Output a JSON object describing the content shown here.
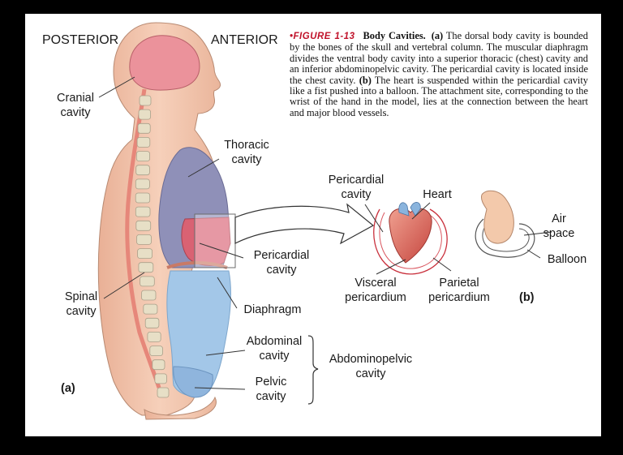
{
  "labels": {
    "posterior": "POSTERIOR",
    "anterior": "ANTERIOR",
    "cranial_1": "Cranial",
    "cranial_2": "cavity",
    "thoracic_1": "Thoracic",
    "thoracic_2": "cavity",
    "pericardial_1": "Pericardial",
    "pericardial_2": "cavity",
    "spinal_1": "Spinal",
    "spinal_2": "cavity",
    "diaphragm": "Diaphragm",
    "abdominal_1": "Abdominal",
    "abdominal_2": "cavity",
    "pelvic_1": "Pelvic",
    "pelvic_2": "cavity",
    "abdominopelvic_1": "Abdominopelvic",
    "abdominopelvic_2": "cavity",
    "part_a": "(a)",
    "peri_b_1": "Pericardial",
    "peri_b_2": "cavity",
    "heart": "Heart",
    "air_1": "Air",
    "air_2": "space",
    "balloon": "Balloon",
    "visceral_1": "Visceral",
    "visceral_2": "pericardium",
    "parietal_1": "Parietal",
    "parietal_2": "pericardium",
    "part_b": "(b)"
  },
  "caption": {
    "figure": "•FIGURE 1-13",
    "title": "Body Cavities.",
    "a_marker": "(a)",
    "text_a": " The dorsal body cavity is bounded by the bones of the skull and vertebral column. The muscular diaphragm divides the ventral body cavity into a superior thoracic (chest) cavity and an inferior abdominopelvic cavity. The pericardial cavity is located inside the chest cavity. ",
    "b_marker": "(b)",
    "text_b": " The heart is suspended within the pericardial cavity like a fist pushed into a balloon. The attachment site, corresponding to the wrist of the hand in the model, lies at the connection between the heart and major blood vessels."
  },
  "colors": {
    "background": "#000000",
    "panel": "#ffffff",
    "skin": "#f4c7ae",
    "cranial": "#e98e98",
    "thoracic": "#8f90b8",
    "pericardial": "#d96273",
    "abdominal": "#9ec3e6",
    "spine": "#d9d1b8",
    "figure_red": "#c0122a"
  }
}
